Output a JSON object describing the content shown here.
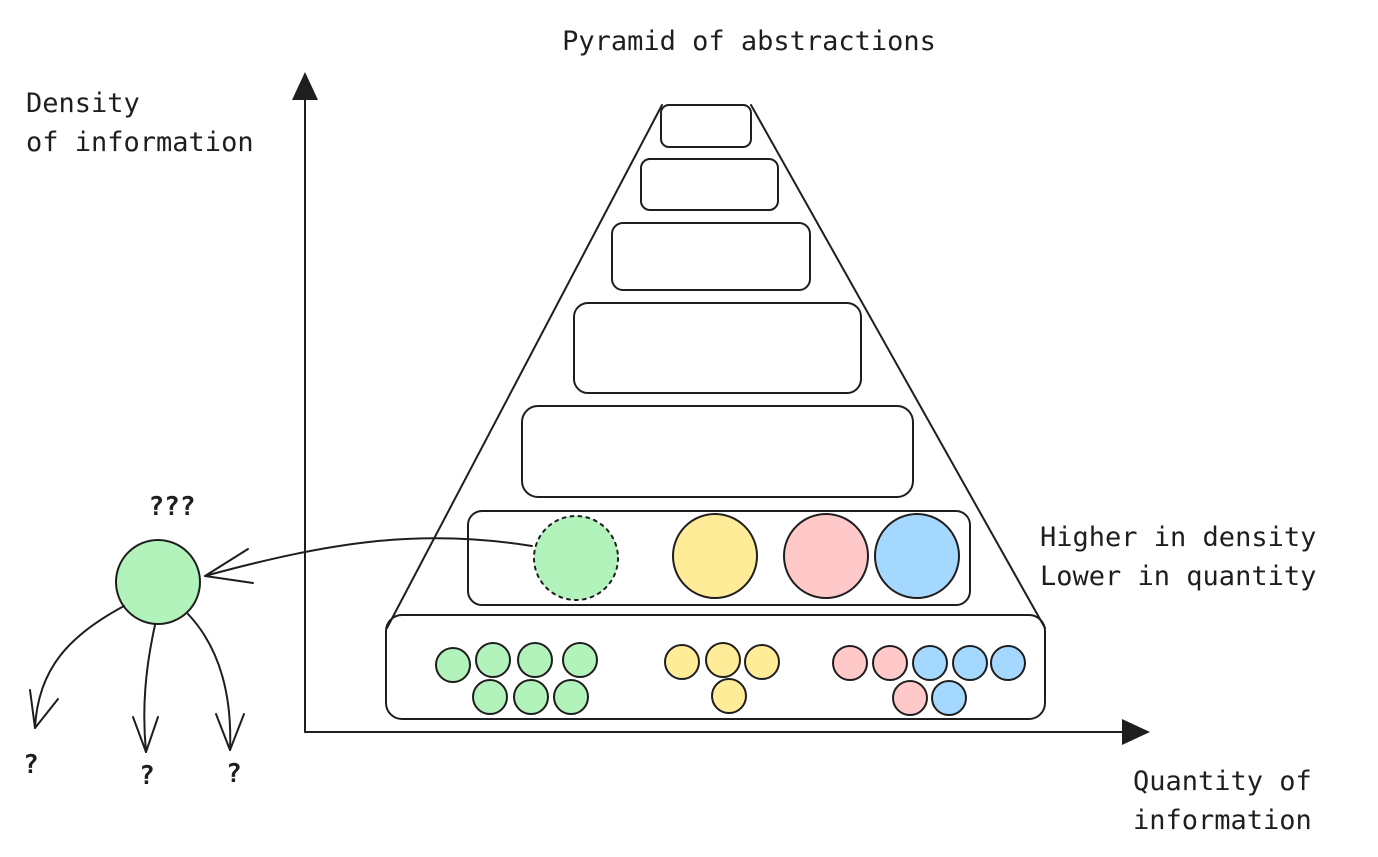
{
  "title": "Pyramid of abstractions",
  "y_axis_label": [
    "Density",
    "of information"
  ],
  "x_axis_label": [
    "Quantity of",
    "information"
  ],
  "side_note": [
    "Higher in density",
    "Lower in quantity"
  ],
  "unknown_label": "???",
  "question_marks": [
    "?",
    "?",
    "?"
  ],
  "colors": {
    "stroke": "#1e1e1e",
    "level_highlight": "#3ecadc",
    "level_base": "#a0e8f1",
    "green": "#b2f2bb",
    "yellow": "#ffec99",
    "pink": "#ffc9c9",
    "blue": "#a5d8ff"
  }
}
